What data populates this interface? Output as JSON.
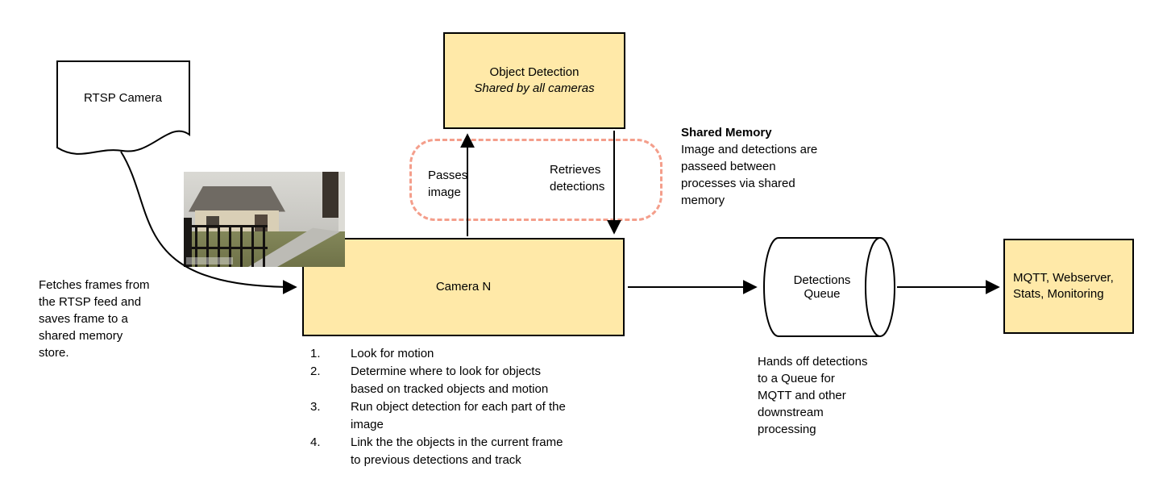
{
  "colors": {
    "node_fill": "#FFE9A8",
    "node_border": "#000000",
    "shared_memory_outline": "#F49E8B"
  },
  "nodes": {
    "rtsp_camera": {
      "label": "RTSP Camera"
    },
    "object_detection": {
      "title": "Object Detection",
      "subtitle": "Shared by all cameras"
    },
    "camera_n": {
      "label": "Camera N"
    },
    "detections_queue": {
      "label": "Detections\nQueue"
    },
    "outputs": {
      "label": "MQTT, Webserver, Stats, Monitoring"
    }
  },
  "edges": {
    "passes_image": "Passes\nimage",
    "retrieves_detections": "Retrieves\ndetections"
  },
  "notes": {
    "fetch": "Fetches frames from\nthe RTSP feed and\nsaves frame to a\nshared memory\nstore.",
    "shared_memory_title": "Shared Memory",
    "shared_memory_body": "Image and detections are\npasseed between\nprocesses via shared\nmemory",
    "handoff": "Hands off detections\nto a Queue for\nMQTT and other\ndownstream\nprocessing"
  },
  "camera_steps": [
    {
      "num": "1.",
      "text": "Look for motion"
    },
    {
      "num": "2.",
      "text": "Determine where to look for objects\nbased on tracked objects and motion"
    },
    {
      "num": "3.",
      "text": "Run object detection for each part of the\nimage"
    },
    {
      "num": "4.",
      "text": "Link the the objects in the current frame\nto previous detections and track"
    }
  ]
}
